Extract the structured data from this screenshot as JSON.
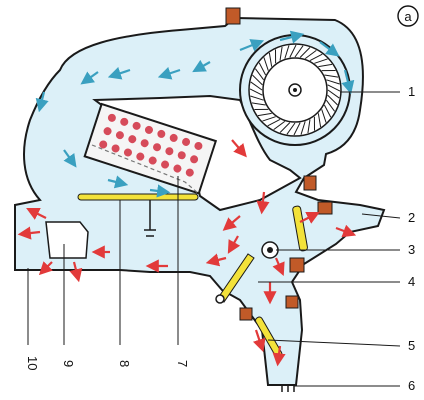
{
  "badge": "a",
  "callouts": {
    "c1": "1",
    "c2": "2",
    "c3": "3",
    "c4": "4",
    "c5": "5",
    "c6": "6",
    "c7": "7",
    "c8": "8",
    "c9": "9",
    "c10": "10"
  },
  "colors": {
    "air": "#dcf0f8",
    "outline": "#1a1a1a",
    "cool_arrow": "#3aa0c0",
    "warm_arrow": "#e23a3a",
    "heater_core": "#d64b5a",
    "flap": "#f3e23a",
    "actuator": "#c15a28"
  }
}
